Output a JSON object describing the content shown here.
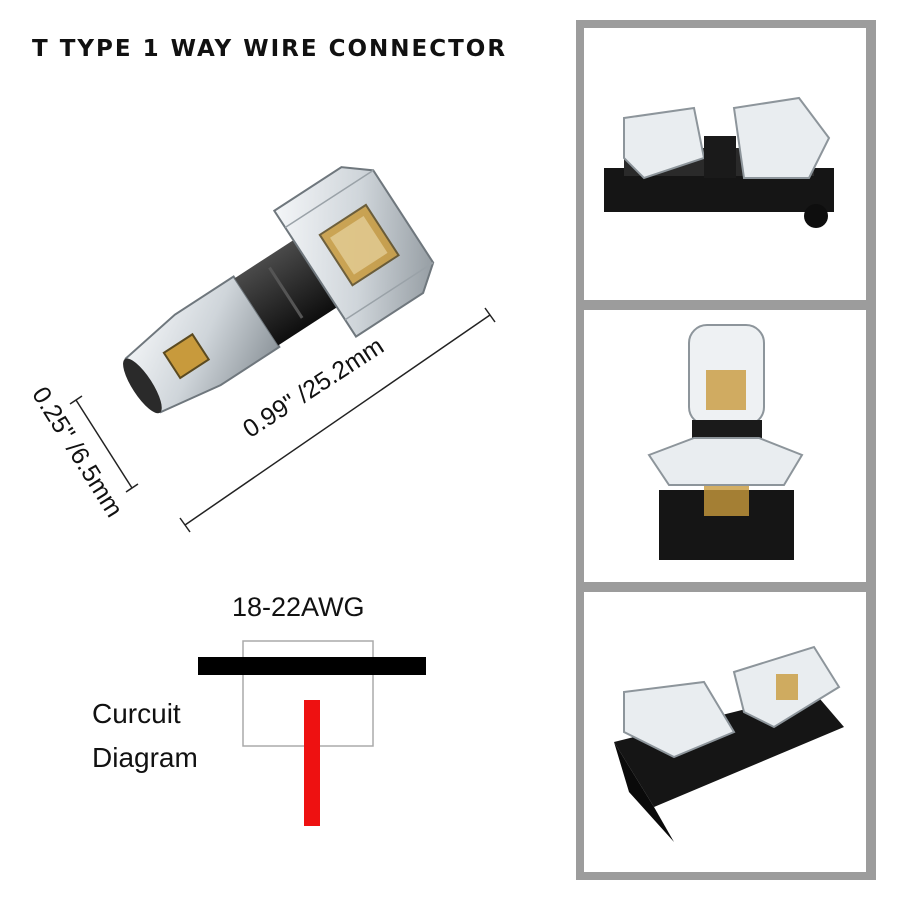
{
  "title": "T TYPE 1 WAY WIRE CONNECTOR",
  "dimensions": {
    "length": "0.99\" /25.2mm",
    "diameter": "0.25\" /6.5mm"
  },
  "diagram": {
    "wire_gauge": "18-22AWG",
    "caption_line1": "Curcuit",
    "caption_line2": "Diagram",
    "main_wire_color": "#000000",
    "branch_wire_color": "#ee1111"
  },
  "colors": {
    "panel_border": "#9c9c9c",
    "connector_body": "#1a1a1a",
    "clear_cap": "#e8ecef",
    "contact": "#c89a3c"
  }
}
